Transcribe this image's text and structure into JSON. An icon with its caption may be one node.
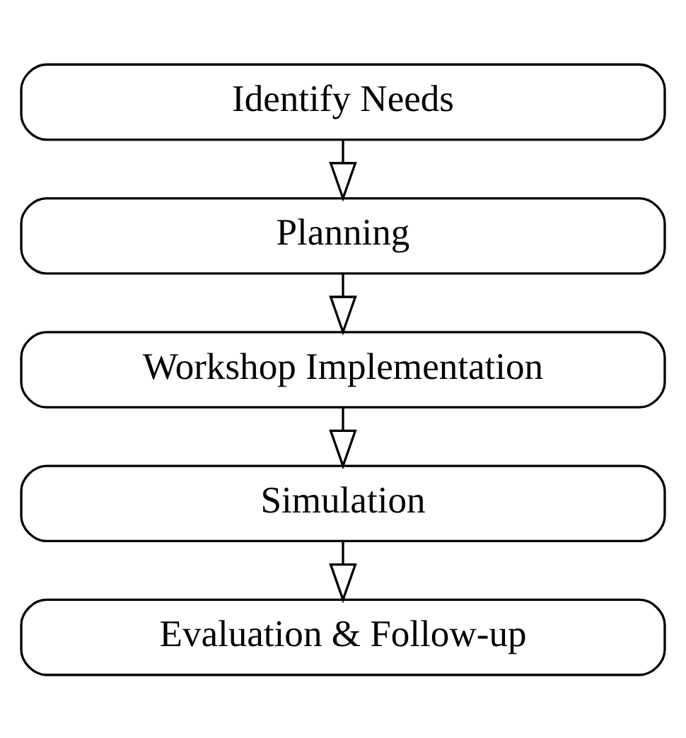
{
  "diagram": {
    "nodes": [
      {
        "text": [
          "Identify Needs"
        ]
      },
      {
        "text": [
          "Planning"
        ]
      },
      {
        "text": [
          "Workshop Implementation"
        ]
      },
      {
        "text": [
          "Simulation"
        ]
      },
      {
        "text": [
          "Evaluation & Follow-up"
        ]
      }
    ],
    "edges": [
      {
        "from": 0,
        "to": 1,
        "arrow": "to"
      },
      {
        "from": 1,
        "to": 2,
        "arrow": "to"
      },
      {
        "from": 2,
        "to": 3,
        "arrow": "to"
      },
      {
        "from": 3,
        "to": 4,
        "arrow": "to"
      }
    ]
  }
}
